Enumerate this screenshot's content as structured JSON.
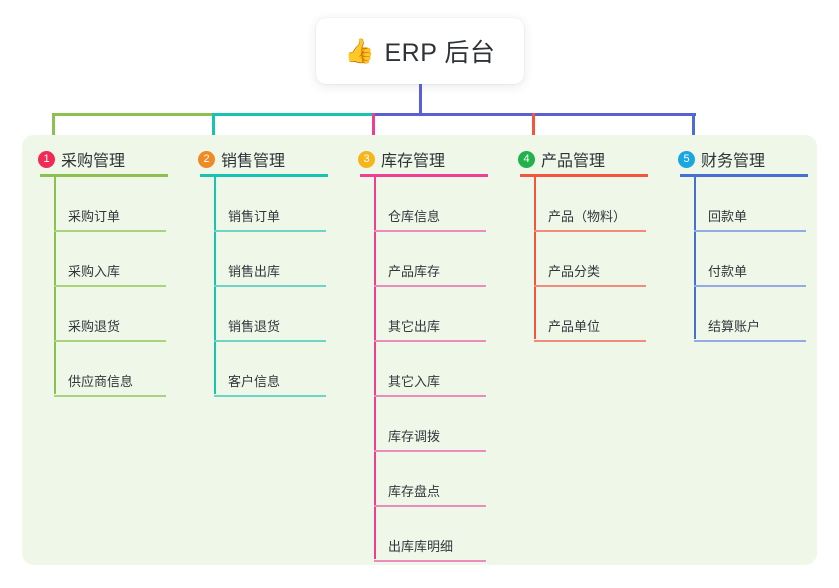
{
  "page": {
    "background": "#ffffff",
    "panel_background": "#eef7e8"
  },
  "root": {
    "icon": "thumbs-up-emoji",
    "emoji": "👍",
    "title": "ERP 后台",
    "connector_color": "#5b5fd6"
  },
  "bus": {
    "segments": [
      {
        "color": "#8cc152"
      },
      {
        "color": "#17c4b2"
      },
      {
        "color": "#5b5fd6"
      },
      {
        "color": "#5b5fd6"
      },
      {
        "color": "#5b5fd6"
      }
    ]
  },
  "columns": [
    {
      "index": "1",
      "title": "采购管理",
      "badge_color": "#ef2b56",
      "line_color": "#8cc152",
      "leaf_line_color": "#a9d47c",
      "drop_color": "#8cc152",
      "items": [
        {
          "label": "采购订单"
        },
        {
          "label": "采购入库"
        },
        {
          "label": "采购退货"
        },
        {
          "label": "供应商信息"
        }
      ]
    },
    {
      "index": "2",
      "title": "销售管理",
      "badge_color": "#f08a24",
      "line_color": "#17c4b2",
      "leaf_line_color": "#6fd3c6",
      "drop_color": "#17c4b2",
      "items": [
        {
          "label": "销售订单"
        },
        {
          "label": "销售出库"
        },
        {
          "label": "销售退货"
        },
        {
          "label": "客户信息"
        }
      ]
    },
    {
      "index": "3",
      "title": "库存管理",
      "badge_color": "#f5b51b",
      "line_color": "#ee3f95",
      "leaf_line_color": "#ec8cbb",
      "drop_color": "#ee3f95",
      "items": [
        {
          "label": "仓库信息"
        },
        {
          "label": "产品库存"
        },
        {
          "label": "其它出库"
        },
        {
          "label": "其它入库"
        },
        {
          "label": "库存调拨"
        },
        {
          "label": "库存盘点"
        },
        {
          "label": "出库库明细"
        }
      ]
    },
    {
      "index": "4",
      "title": "产品管理",
      "badge_color": "#22b14c",
      "line_color": "#f4553d",
      "leaf_line_color": "#f18b7c",
      "drop_color": "#f4553d",
      "items": [
        {
          "label": "产品（物料）"
        },
        {
          "label": "产品分类"
        },
        {
          "label": "产品单位"
        }
      ]
    },
    {
      "index": "5",
      "title": "财务管理",
      "badge_color": "#1aa6e0",
      "line_color": "#4a6fd4",
      "leaf_line_color": "#92abe4",
      "drop_color": "#4a6fd4",
      "items": [
        {
          "label": "回款单"
        },
        {
          "label": "付款单"
        },
        {
          "label": "结算账户"
        }
      ]
    }
  ]
}
